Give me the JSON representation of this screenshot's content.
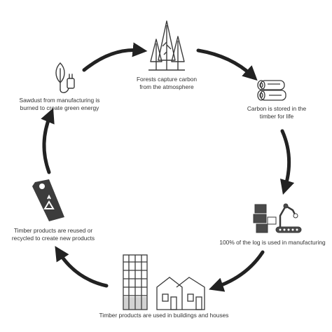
{
  "steps": [
    {
      "id": "forests",
      "lines": [
        "Forests capture carbon",
        "from the atmosphere"
      ],
      "icon": "trees-icon"
    },
    {
      "id": "carbon",
      "lines": [
        "Carbon is stored in the",
        "timber for life"
      ],
      "icon": "logs-icon"
    },
    {
      "id": "manufacturing",
      "lines": [
        "100% of the log is used in manufacturing"
      ],
      "icon": "factory-icon"
    },
    {
      "id": "buildings",
      "lines": [
        "Timber products are used in buildings and houses"
      ],
      "icon": "buildings-icon"
    },
    {
      "id": "recycle",
      "lines": [
        "Timber products are reused or",
        "recycled to create new products"
      ],
      "icon": "recycle-tag-icon"
    },
    {
      "id": "energy",
      "lines": [
        "Sawdust from manufacturing is",
        "burned to create green energy"
      ],
      "icon": "plant-plug-icon"
    }
  ],
  "colors": {
    "arrow": "#222222",
    "icon": "#3a3a3a",
    "text": "#333333"
  }
}
